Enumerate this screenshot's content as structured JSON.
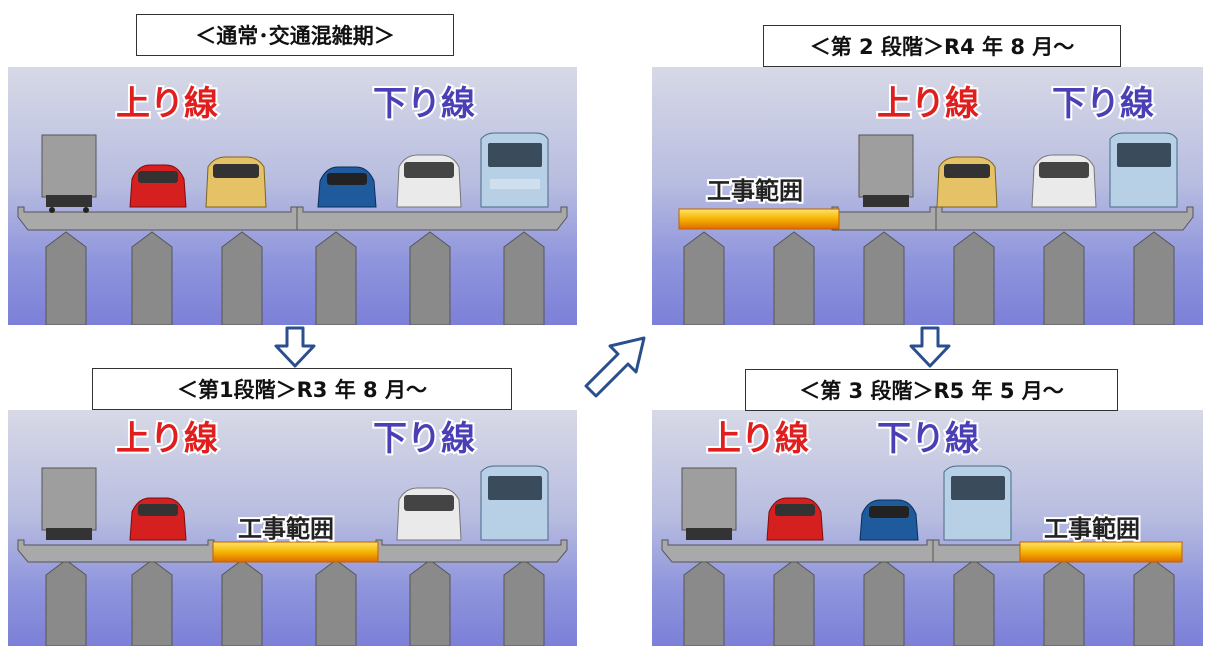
{
  "panels": [
    {
      "id": "normal",
      "caption": "＜通常･交通混雑期＞",
      "labels": {
        "up": "上り線",
        "down": "下り線"
      },
      "up_vehicles": [
        "truck-rear",
        "car-red",
        "car-gold"
      ],
      "down_vehicles": [
        "car-blue",
        "car-white",
        "truck-front"
      ],
      "construction": null
    },
    {
      "id": "stage1",
      "caption": "＜第1段階＞R3 年 8 月～",
      "labels": {
        "up": "上り線",
        "down": "下り線"
      },
      "construction": {
        "label": "工事範囲",
        "position": "center"
      }
    },
    {
      "id": "stage2",
      "caption": "＜第 2 段階＞R4 年 8 月～",
      "labels": {
        "up": "上り線",
        "down": "下り線"
      },
      "construction": {
        "label": "工事範囲",
        "position": "left"
      }
    },
    {
      "id": "stage3",
      "caption": "＜第 3 段階＞R5 年 5 月～",
      "labels": {
        "up": "上り線",
        "down": "下り線"
      },
      "construction": {
        "label": "工事範囲",
        "position": "right"
      }
    }
  ],
  "colors": {
    "up_label": "#e01e1e",
    "down_label": "#4a3fb5",
    "construction_band": "#f7c300",
    "arrow_stroke": "#2a4f8f"
  },
  "arrows": [
    "arrow-down-icon",
    "arrow-diagonal-up-right-icon",
    "arrow-down-icon"
  ]
}
